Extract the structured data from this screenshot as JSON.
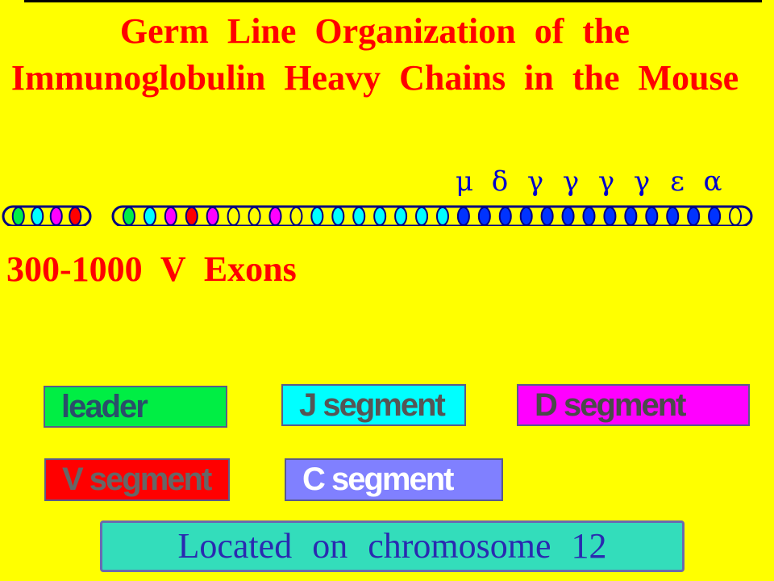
{
  "title": "Germ Line Organization of the Immunoglobulin Heavy Chains in the Mouse",
  "chromosome": {
    "colors": {
      "leader": "#00ee44",
      "j_segment": "#00ffff",
      "d_segment": "#ff00ff",
      "v_segment": "#ff0000",
      "c_segment": "#0033ff",
      "spacer": "#ffff00",
      "outline": "#000080"
    },
    "short_piece_fills": [
      "leader",
      "j_segment",
      "d_segment",
      "v_segment"
    ],
    "long_piece_fills": [
      "leader",
      "j_segment",
      "d_segment",
      "v_segment",
      "d_segment",
      "spacer",
      "spacer",
      "d_segment",
      "spacer",
      "j_segment",
      "j_segment",
      "j_segment",
      "j_segment",
      "j_segment",
      "j_segment",
      "j_segment",
      "c_segment",
      "c_segment",
      "c_segment",
      "c_segment",
      "c_segment",
      "c_segment",
      "c_segment",
      "c_segment",
      "c_segment",
      "c_segment",
      "c_segment",
      "c_segment",
      "c_segment",
      "spacer"
    ],
    "constant_genes": [
      "μ",
      "δ",
      "γ",
      "γ",
      "γ",
      "γ",
      "ε",
      "α"
    ]
  },
  "exons_label": "300-1000 V Exons",
  "legend": {
    "leader": "leader",
    "j_segment": "J segment",
    "d_segment": "D segment",
    "v_segment": "V segment",
    "c_segment": "C segment"
  },
  "footer": "Located on chromosome 12"
}
